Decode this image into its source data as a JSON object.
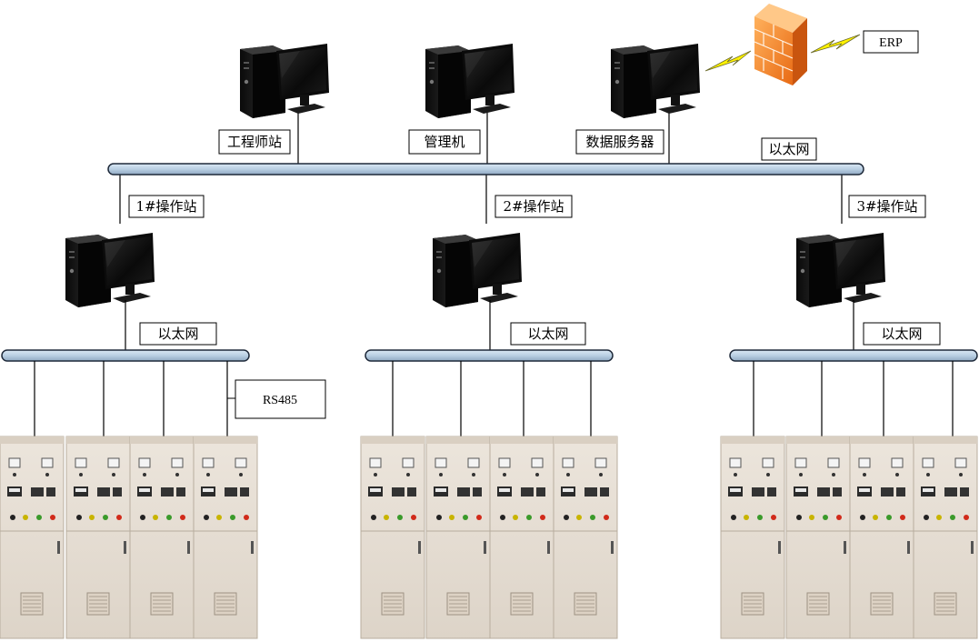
{
  "labels": {
    "engineer_station": "工程师站",
    "manager_pc": "管理机",
    "data_server": "数据服务器",
    "erp": "ERP",
    "ethernet_top": "以太网",
    "op_station_1": "1#操作站",
    "op_station_2": "2#操作站",
    "op_station_3": "3#操作站",
    "ethernet_1": "以太网",
    "ethernet_2": "以太网",
    "ethernet_3": "以太网",
    "rs485": "RS485"
  },
  "icons": {
    "computer": "desktop-computer-icon",
    "firewall": "brick-firewall-icon",
    "link": "lightning-link-icon",
    "cabinet": "switchgear-cabinet-icon"
  },
  "colors": {
    "bus_fill": "#b9cfe3",
    "bus_stroke": "#1f2a3a",
    "line": "#000000",
    "cabinet_body": "#e8e0d6",
    "firewall_brick": "#f08a2c",
    "lightning": "#ffef00"
  }
}
